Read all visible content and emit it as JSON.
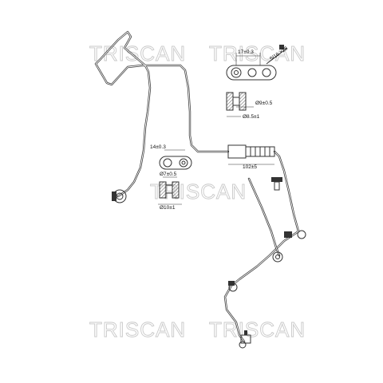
{
  "watermark": "TRISCAN",
  "dimensions": {
    "top_width": "17±0.3",
    "top_diam_inner": "Ø9±0.5",
    "top_diam_outer": "Ø8.5±1",
    "thread": "5/16 ×28",
    "mid_length": "102±5",
    "left_width": "14±0.3",
    "left_diam_inner": "Ø7±0.5",
    "left_diam_outer": "Ø10±1"
  }
}
